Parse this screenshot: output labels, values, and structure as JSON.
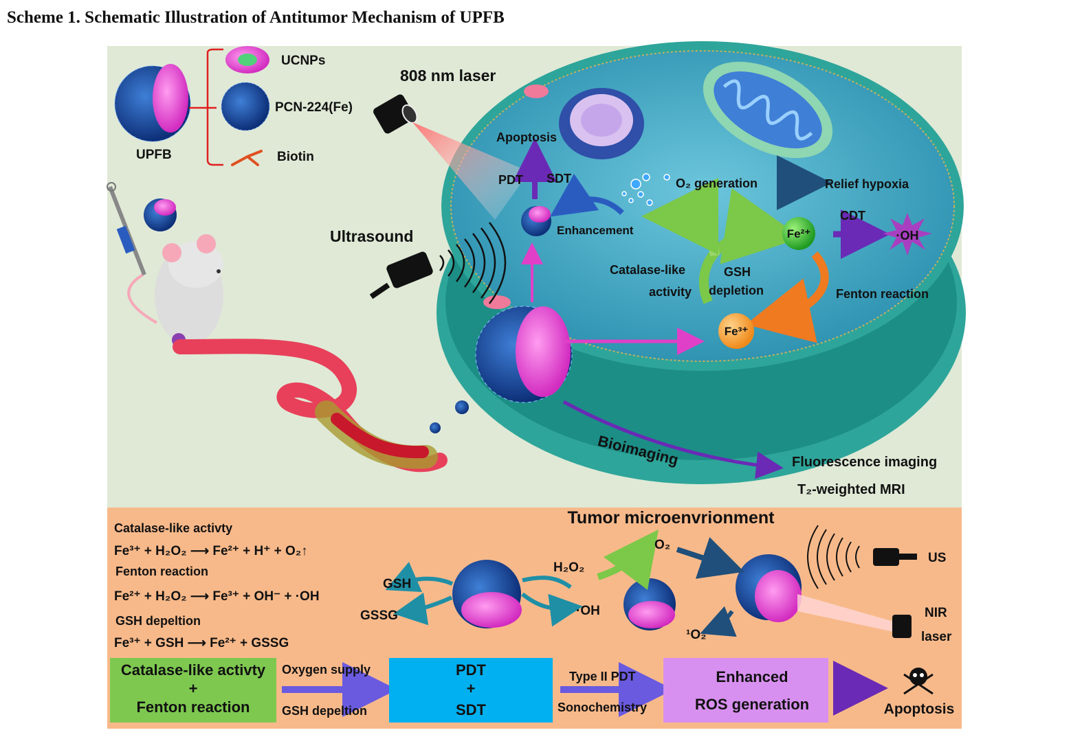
{
  "caption": "Scheme 1. Schematic Illustration of Antitumor Mechanism of UPFB",
  "legend": {
    "ucnps": "UCNPs",
    "pcn": "PCN-224(Fe)",
    "biotin": "Biotin",
    "upfb": "UPFB"
  },
  "top": {
    "laser": "808 nm laser",
    "ultrasound": "Ultrasound",
    "apoptosis": "Apoptosis",
    "pdt": "PDT",
    "sdt": "SDT",
    "o2_generation": "O₂ generation",
    "relief_hypoxia": "Relief hypoxia",
    "enhancement": "Enhancement",
    "cdt": "CDT",
    "oh": "·OH",
    "fe2": "Fe²⁺",
    "fe3": "Fe³⁺",
    "catalase_line1": "Catalase-like",
    "catalase_line2": "activity",
    "gsh_line1": "GSH",
    "gsh_line2": "depletion",
    "fenton": "Fenton reaction",
    "bioimaging": "Bioimaging",
    "fluorescence": "Fluorescence imaging",
    "mri": "T₂-weighted MRI"
  },
  "bottom": {
    "title": "Tumor microenvrionment",
    "catalase_title": "Catalase-like activty",
    "eq1": "Fe³⁺ + H₂O₂ ⟶ Fe²⁺ + H⁺ + O₂↑",
    "fenton_title": "Fenton reaction",
    "eq2": "Fe²⁺ + H₂O₂ ⟶ Fe³⁺ + OH⁻ + ·OH",
    "gsh_title": "GSH depeltion",
    "eq3": "Fe³⁺ + GSH ⟶ Fe²⁺ + GSSG",
    "gsh": "GSH",
    "gssg": "GSSG",
    "h2o2": "H₂O₂",
    "oh": "·OH",
    "o2": "O₂",
    "singlet_o2": "¹O₂",
    "us": "US",
    "nir1": "NIR",
    "nir2": "laser"
  },
  "flow": {
    "box1_line1": "Catalase-like activty",
    "box1_line2": "+",
    "box1_line3": "Fenton reaction",
    "arrow1_top": "Oxygen supply",
    "arrow1_bottom": "GSH depeltion",
    "box2_line1": "PDT",
    "box2_line2": "+",
    "box2_line3": "SDT",
    "arrow2_top": "Type II PDT",
    "arrow2_bottom": "Sonochemistry",
    "box3_line1": "Enhanced",
    "box3_line2": "ROS generation",
    "apoptosis": "Apoptosis"
  },
  "colors": {
    "top_panel_bg": "#dfe9d6",
    "bottom_panel_bg": "#f8b98a",
    "cell_water": "#3aa6c4",
    "membrane": "#2ea59a",
    "magenta": "#e040c8",
    "purple_arrow": "#6a2ab5",
    "box_green": "#7ec850",
    "box_cyan": "#00b0f0",
    "box_violet": "#d890f0",
    "flow_arrow": "#6a5ae0"
  }
}
